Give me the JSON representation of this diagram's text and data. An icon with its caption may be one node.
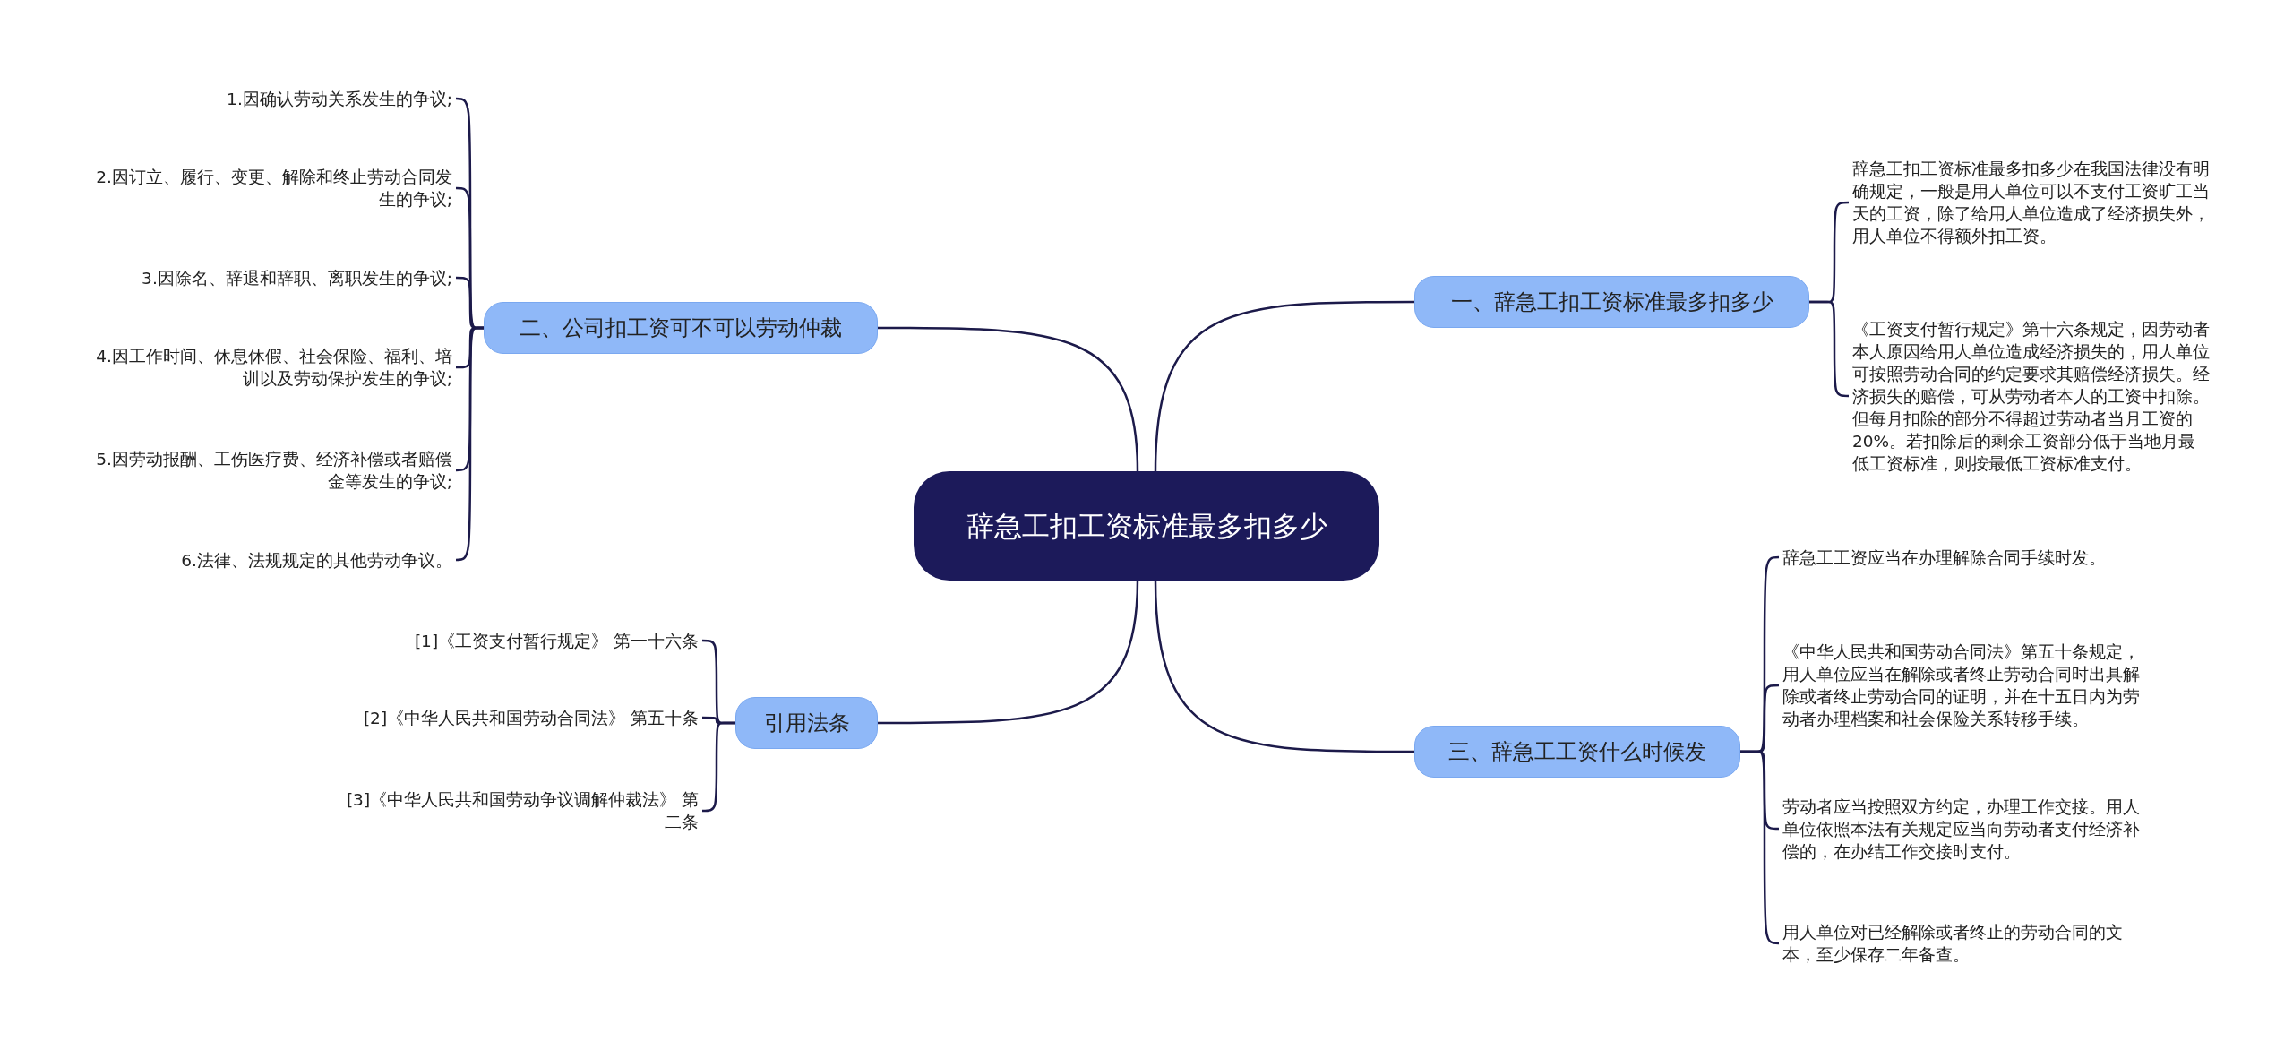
{
  "diagram": {
    "nodes": [
      {
        "text": [
          "辞急工扣工资标准最多扣多少"
        ]
      },
      {
        "text": [
          "一、辞急工扣工资标准最多扣多少"
        ]
      },
      {
        "text": [
          "辞急工扣工资标准最多扣多少在我国法律没有明确规定，一般是用人单位可以不支付工资旷工当天的工资，除了给用人单位造成了经济损失外，用人单位不得额外扣工资。"
        ]
      },
      {
        "text": [
          "《工资支付暂行规定》第十六条规定，因劳动者本人原因给用人单位造成经济损失的，用人单位可按照劳动合同的约定要求其赔偿经济损失。经济损失的赔偿，可从劳动者本人的工资中扣除。但每月扣除的部分不得超过劳动者当月工资的20%。若扣除后的剩余工资部分低于当地月最低工资标准，则按最低工资标准支付。"
        ]
      },
      {
        "text": [
          "二、公司扣工资可不可以劳动仲裁"
        ]
      },
      {
        "text": [
          "1.因确认劳动关系发生的争议;"
        ]
      },
      {
        "text": [
          "2.因订立、履行、变更、解除和终止劳动合同发生的争议;"
        ]
      },
      {
        "text": [
          "3.因除名、辞退和辞职、离职发生的争议;"
        ]
      },
      {
        "text": [
          "4.因工作时间、休息休假、社会保险、福利、培训以及劳动保护发生的争议;"
        ]
      },
      {
        "text": [
          "5.因劳动报酬、工伤医疗费、经济补偿或者赔偿金等发生的争议;"
        ]
      },
      {
        "text": [
          "6.法律、法规规定的其他劳动争议。"
        ]
      },
      {
        "text": [
          "三、辞急工工资什么时候发"
        ]
      },
      {
        "text": [
          "辞急工工资应当在办理解除合同手续时发。"
        ]
      },
      {
        "text": [
          "《中华人民共和国劳动合同法》第五十条规定，用人单位应当在解除或者终止劳动合同时出具解除或者终止劳动合同的证明，并在十五日内为劳动者办理档案和社会保险关系转移手续。"
        ]
      },
      {
        "text": [
          "劳动者应当按照双方约定，办理工作交接。用人单位依照本法有关规定应当向劳动者支付经济补偿的，在办结工作交接时支付。"
        ]
      },
      {
        "text": [
          "用人单位对已经解除或者终止的劳动合同的文本，至少保存二年备查。"
        ]
      },
      {
        "text": [
          "引用法条"
        ]
      },
      {
        "text": [
          "[1]《工资支付暂行规定》 第一十六条"
        ]
      },
      {
        "text": [
          "[2]《中华人民共和国劳动合同法》 第五十条"
        ]
      },
      {
        "text": [
          "[3]《中华人民共和国劳动争议调解仲裁法》 第二条"
        ]
      }
    ],
    "edges": [
      {
        "from": 0,
        "to": 1,
        "arrow": "none"
      },
      {
        "from": 1,
        "to": 2,
        "arrow": "none"
      },
      {
        "from": 1,
        "to": 3,
        "arrow": "none"
      },
      {
        "from": 0,
        "to": 4,
        "arrow": "none"
      },
      {
        "from": 4,
        "to": 5,
        "arrow": "none"
      },
      {
        "from": 4,
        "to": 6,
        "arrow": "none"
      },
      {
        "from": 4,
        "to": 7,
        "arrow": "none"
      },
      {
        "from": 4,
        "to": 8,
        "arrow": "none"
      },
      {
        "from": 4,
        "to": 9,
        "arrow": "none"
      },
      {
        "from": 4,
        "to": 10,
        "arrow": "none"
      },
      {
        "from": 0,
        "to": 11,
        "arrow": "none"
      },
      {
        "from": 11,
        "to": 12,
        "arrow": "none"
      },
      {
        "from": 11,
        "to": 13,
        "arrow": "none"
      },
      {
        "from": 11,
        "to": 14,
        "arrow": "none"
      },
      {
        "from": 11,
        "to": 15,
        "arrow": "none"
      },
      {
        "from": 0,
        "to": 16,
        "arrow": "none"
      },
      {
        "from": 16,
        "to": 17,
        "arrow": "none"
      },
      {
        "from": 16,
        "to": 18,
        "arrow": "none"
      },
      {
        "from": 16,
        "to": 19,
        "arrow": "none"
      }
    ]
  }
}
